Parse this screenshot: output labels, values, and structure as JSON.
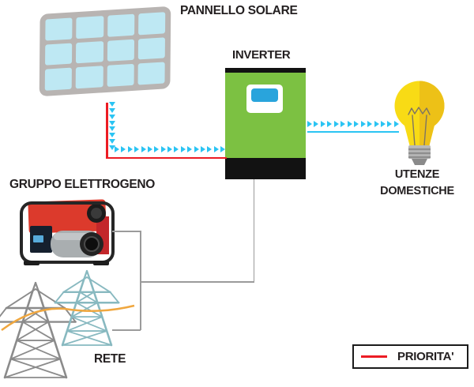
{
  "nodes": {
    "solar_panel": {
      "label": "PANNELLO SOLARE",
      "icon": "solar-panel-icon"
    },
    "inverter": {
      "label": "INVERTER",
      "icon": "inverter-icon"
    },
    "generator": {
      "label": "GRUPPO ELETTROGENO",
      "icon": "generator-icon"
    },
    "grid": {
      "label": "RETE",
      "icon": "power-towers-icon"
    },
    "domestic_loads": {
      "label_line1": "UTENZE",
      "label_line2": "DOMESTICHE",
      "icon": "light-bulb-icon"
    }
  },
  "legend": {
    "label": "PRIORITA'",
    "line_color": "#EC1C24"
  },
  "flows": [
    {
      "from": "solar_panel",
      "to": "inverter",
      "style": "cyan arrowheads over red priority line"
    },
    {
      "from": "inverter",
      "to": "domestic_loads",
      "style": "cyan arrowheads over cyan line"
    },
    {
      "from": "generator",
      "to": "inverter",
      "style": "thin gray line"
    },
    {
      "from": "grid",
      "to": "inverter",
      "style": "thin gray line"
    }
  ],
  "colors": {
    "priority_red": "#EC1C24",
    "flow_cyan": "#2BC4F3",
    "inverter_green": "#7CC142",
    "inverter_trim_black": "#121212",
    "display_blue": "#29A4DC",
    "panel_cell_blue": "#BEE8F3",
    "panel_frame_gray": "#B8B4B2",
    "bulb_yellow": "#F8DB15",
    "bulb_yellow_shade": "#EDC117",
    "generator_red": "#DC3A2C",
    "tower_gray": "#8B8B8B",
    "tower_teal": "#88B9C0",
    "wire_orange": "#F0A73F",
    "connector_gray": "#9B9B9B",
    "text_dark": "#231F20"
  }
}
